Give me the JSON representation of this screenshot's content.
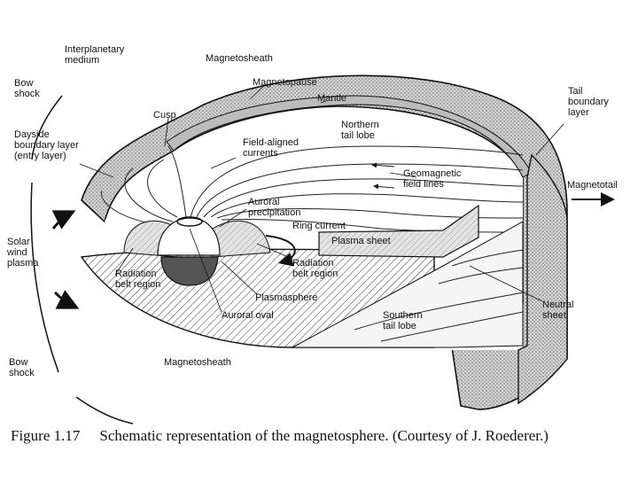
{
  "labels": {
    "interplanetary_medium": "Interplanetary\nmedium",
    "magnetosheath_top": "Magnetosheath",
    "magnetopause": "Magnetopause",
    "bow_shock_top": "Bow\nshock",
    "tail_boundary_layer": "Tail\nboundary\nlayer",
    "mantle": "Mantle",
    "cusp": "Cusp",
    "northern_tail_lobe": "Northern\ntail lobe",
    "dayside_boundary_layer": "Dayside\nboundary layer\n(entry layer)",
    "field_aligned_currents": "Field-aligned\ncurrents",
    "geomagnetic_field_lines": "Geomagnetic\nfield lines",
    "magnetotail": "Magnetotail",
    "auroral_precipitation": "Auroral\nprecipitation",
    "ring_current": "Ring current",
    "plasma_sheet": "Plasma sheet",
    "solar_wind_plasma": "Solar\nwind\nplasma",
    "radiation_belt_left": "Radiation\nbelt region",
    "radiation_belt_right": "Radiation\nbelt region",
    "plasmasphere": "Plasmasphere",
    "neutral_sheet": "Neutral\nsheet",
    "auroral_oval": "Auroral oval",
    "southern_tail_lobe": "Southern\ntail lobe",
    "bow_shock_bottom": "Bow\nshock",
    "magnetosheath_bottom": "Magnetosheath"
  },
  "caption": {
    "number": "Figure 1.17",
    "text": "Schematic representation of the magnetosphere. (Courtesy of J. Roederer.)"
  }
}
